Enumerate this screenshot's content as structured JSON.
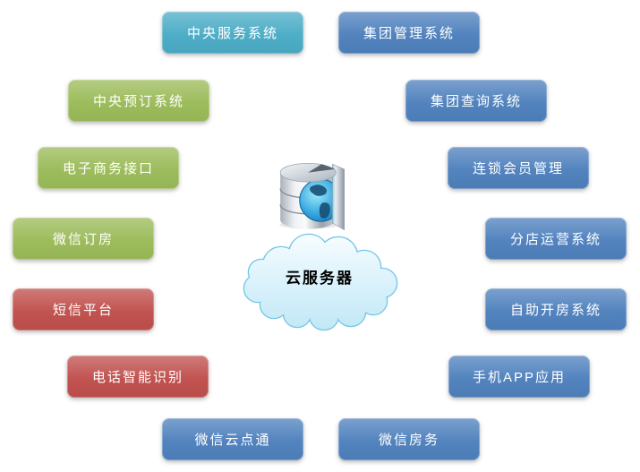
{
  "diagram": {
    "center": {
      "label": "云服务器",
      "icon": "database-globe-icon",
      "cloud_fill_top": "#f2fbff",
      "cloud_fill_bottom": "#c9ebf8",
      "cloud_border": "#76c5e6"
    },
    "colors": {
      "teal": "#4bacc6",
      "blue": "#4f81bd",
      "green": "#9bbb59",
      "red": "#c0504d"
    },
    "nodes": [
      {
        "label": "中央服务系统",
        "color": "teal"
      },
      {
        "label": "集团管理系统",
        "color": "blue"
      },
      {
        "label": "中央预订系统",
        "color": "green"
      },
      {
        "label": "集团查询系统",
        "color": "blue"
      },
      {
        "label": "电子商务接口",
        "color": "green"
      },
      {
        "label": "连锁会员管理",
        "color": "blue"
      },
      {
        "label": "微信订房",
        "color": "green"
      },
      {
        "label": "分店运营系统",
        "color": "blue"
      },
      {
        "label": "短信平台",
        "color": "red"
      },
      {
        "label": "自助开房系统",
        "color": "blue"
      },
      {
        "label": "电话智能识别",
        "color": "red"
      },
      {
        "label": "手机APP应用",
        "color": "blue"
      },
      {
        "label": "微信云点通",
        "color": "blue"
      },
      {
        "label": "微信房务",
        "color": "blue"
      }
    ]
  }
}
